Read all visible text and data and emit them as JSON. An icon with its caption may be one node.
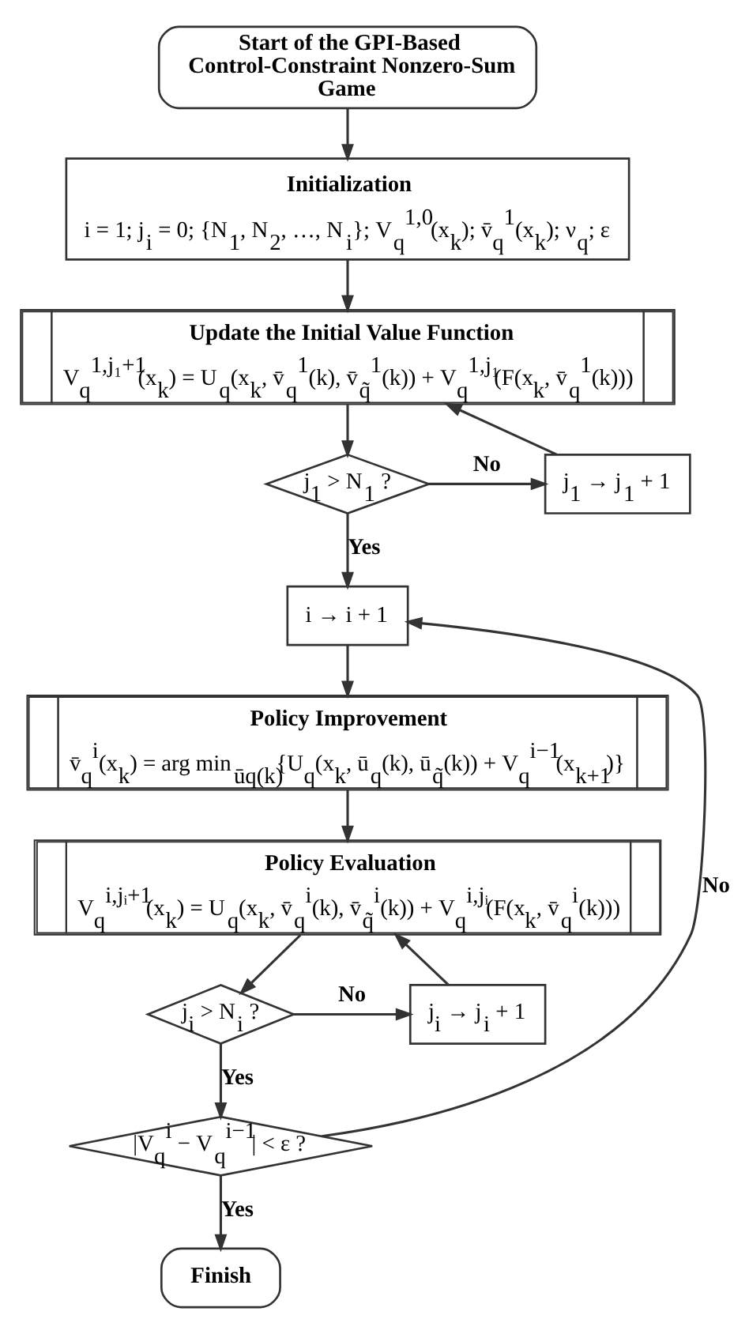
{
  "diagram": {
    "nodes": [
      {
        "text": [
          "Start of the GPI-Based Control-Constraint Nonzero-Sum Game"
        ]
      },
      {
        "text": [
          "Initialization",
          "i = 1; j$_{i}$ = 0; {N$_{1}$, N$_{2}$, …, N$_{i}$}; V$_{q}$$^{1,0}$(x$_{k}$); v̄$_{q}$$^{1}$(x$_{k}$); ν$_{q}$; ε"
        ]
      },
      {
        "text": [
          "Update the Initial Value Function",
          "V$_{q}$$^{1,j₁+1}$(x$_{k}$) = U$_{q}$(x$_{k}$, v̄$_{q}$$^{1}$(k), v̄$_{q̃}$$^{1}$(k)) + V$_{q}$$^{1,j₁}$(F(x$_{k}$, v̄$_{q}$$^{1}$(k)))"
        ]
      },
      {
        "text": [
          "j$_{1}$ > N$_{1}$ ?"
        ]
      },
      {
        "text": [
          "j$_{1}$ → j$_{1}$ + 1"
        ]
      },
      {
        "text": [
          "i → i + 1"
        ]
      },
      {
        "text": [
          "Policy Improvement",
          "v̄$_{q}$$^{i}$(x$_{k}$) = arg min$_{ūq(k)}${U$_{q}$(x$_{k}$, ū$_{q}$(k), ū$_{q̃}$(k)) + V$_{q}$$^{i−1}$(x$_{k+1}$)}"
        ]
      },
      {
        "text": [
          "Policy Evaluation",
          "V$_{q}$$^{i,jᵢ+1}$(x$_{k}$) = U$_{q}$(x$_{k}$, v̄$_{q}$$^{i}$(k), v̄$_{q̃}$$^{i}$(k)) + V$_{q}$$^{i,jᵢ}$(F(x$_{k}$, v̄$_{q}$$^{i}$(k)))"
        ]
      },
      {
        "text": [
          "j$_{i}$ > N$_{i}$ ?"
        ]
      },
      {
        "text": [
          "j$_{i}$ → j$_{i}$ + 1"
        ]
      },
      {
        "text": [
          "|V$_{q}$$^{i}$ − V$_{q}$$^{i−1}$| < ε ?"
        ]
      },
      {
        "text": [
          "Finish"
        ]
      }
    ],
    "edges": [
      {
        "from": 0,
        "to": 1,
        "arrow": "to"
      },
      {
        "from": 1,
        "to": 2,
        "arrow": "to"
      },
      {
        "from": 2,
        "to": 3,
        "arrow": "to"
      },
      {
        "from": 3,
        "to": 4,
        "arrow": "to",
        "label": "No"
      },
      {
        "from": 4,
        "to": 2,
        "arrow": "to"
      },
      {
        "from": 3,
        "to": 5,
        "arrow": "to",
        "label": "Yes"
      },
      {
        "from": 5,
        "to": 6,
        "arrow": "to"
      },
      {
        "from": 6,
        "to": 7,
        "arrow": "to"
      },
      {
        "from": 7,
        "to": 8,
        "arrow": "to"
      },
      {
        "from": 8,
        "to": 9,
        "arrow": "to",
        "label": "No"
      },
      {
        "from": 9,
        "to": 7,
        "arrow": "to"
      },
      {
        "from": 8,
        "to": 10,
        "arrow": "to",
        "label": "Yes"
      },
      {
        "from": 10,
        "to": 5,
        "arrow": "to",
        "label": "No"
      },
      {
        "from": 10,
        "to": 11,
        "arrow": "to",
        "label": "Yes"
      }
    ]
  }
}
